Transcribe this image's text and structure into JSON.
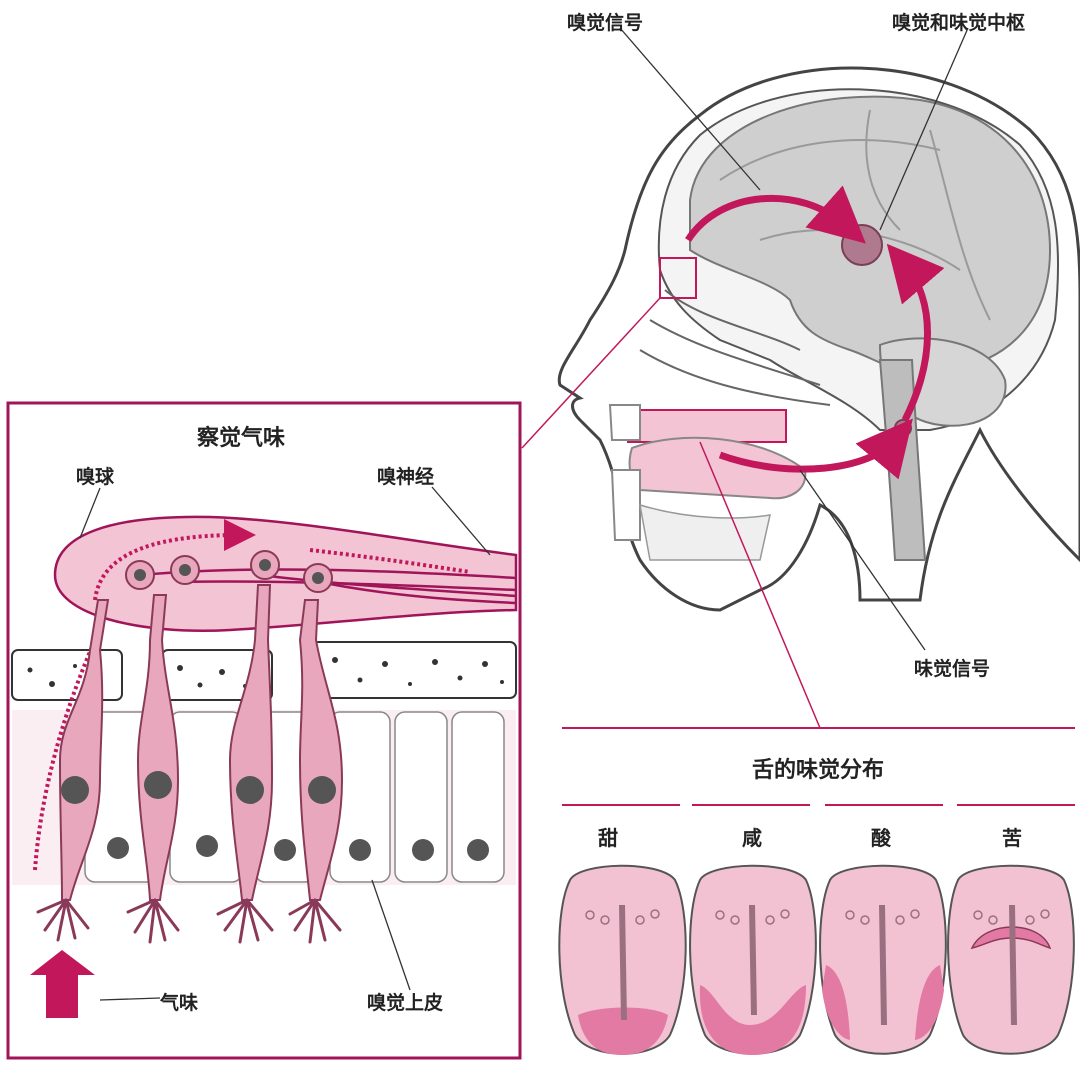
{
  "labels": {
    "olfactory_signal": "嗅觉信号",
    "center": "嗅觉和味觉中枢",
    "gustatory_signal": "味觉信号",
    "inset_title": "察觉气味",
    "olfactory_bulb": "嗅球",
    "olfactory_nerve": "嗅神经",
    "odor": "气味",
    "olfactory_epithelium": "嗅觉上皮",
    "tongue_title": "舌的味觉分布",
    "tastes": [
      "甜",
      "咸",
      "酸",
      "苦"
    ]
  },
  "colors": {
    "accent": "#c2185b",
    "frame": "#a0145a",
    "pink_fill": "#f3c4d4",
    "brain_gray": "#cfcfcf",
    "tongue_fill": "#f2c2d2",
    "taste_zone": "#e27aa4"
  }
}
